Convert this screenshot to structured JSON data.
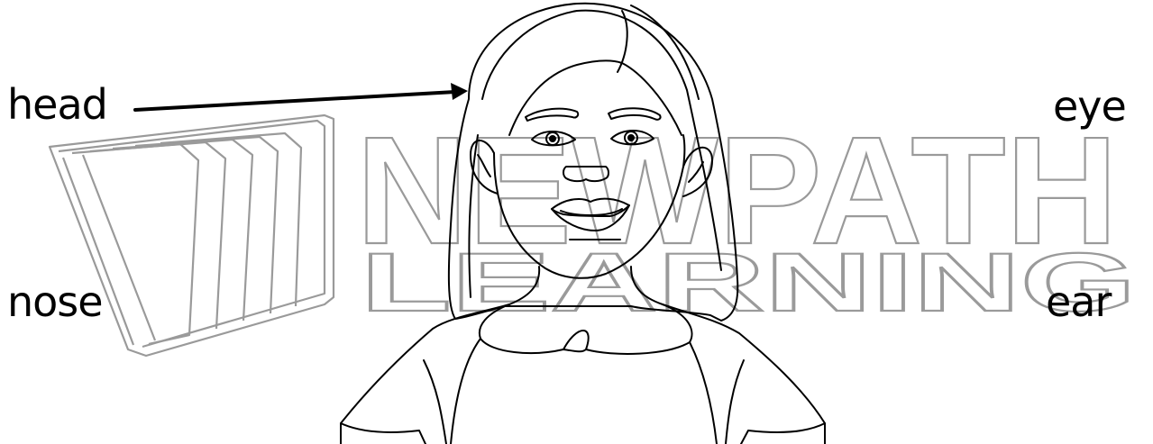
{
  "labels": {
    "head": "head",
    "eye": "eye",
    "nose": "nose",
    "ear": "ear"
  },
  "watermark": {
    "line1": "NEWPATH",
    "line2": "LEARNING"
  },
  "colors": {
    "ink": "#000000",
    "watermark": "#8a8a8a",
    "background": "#ffffff"
  }
}
